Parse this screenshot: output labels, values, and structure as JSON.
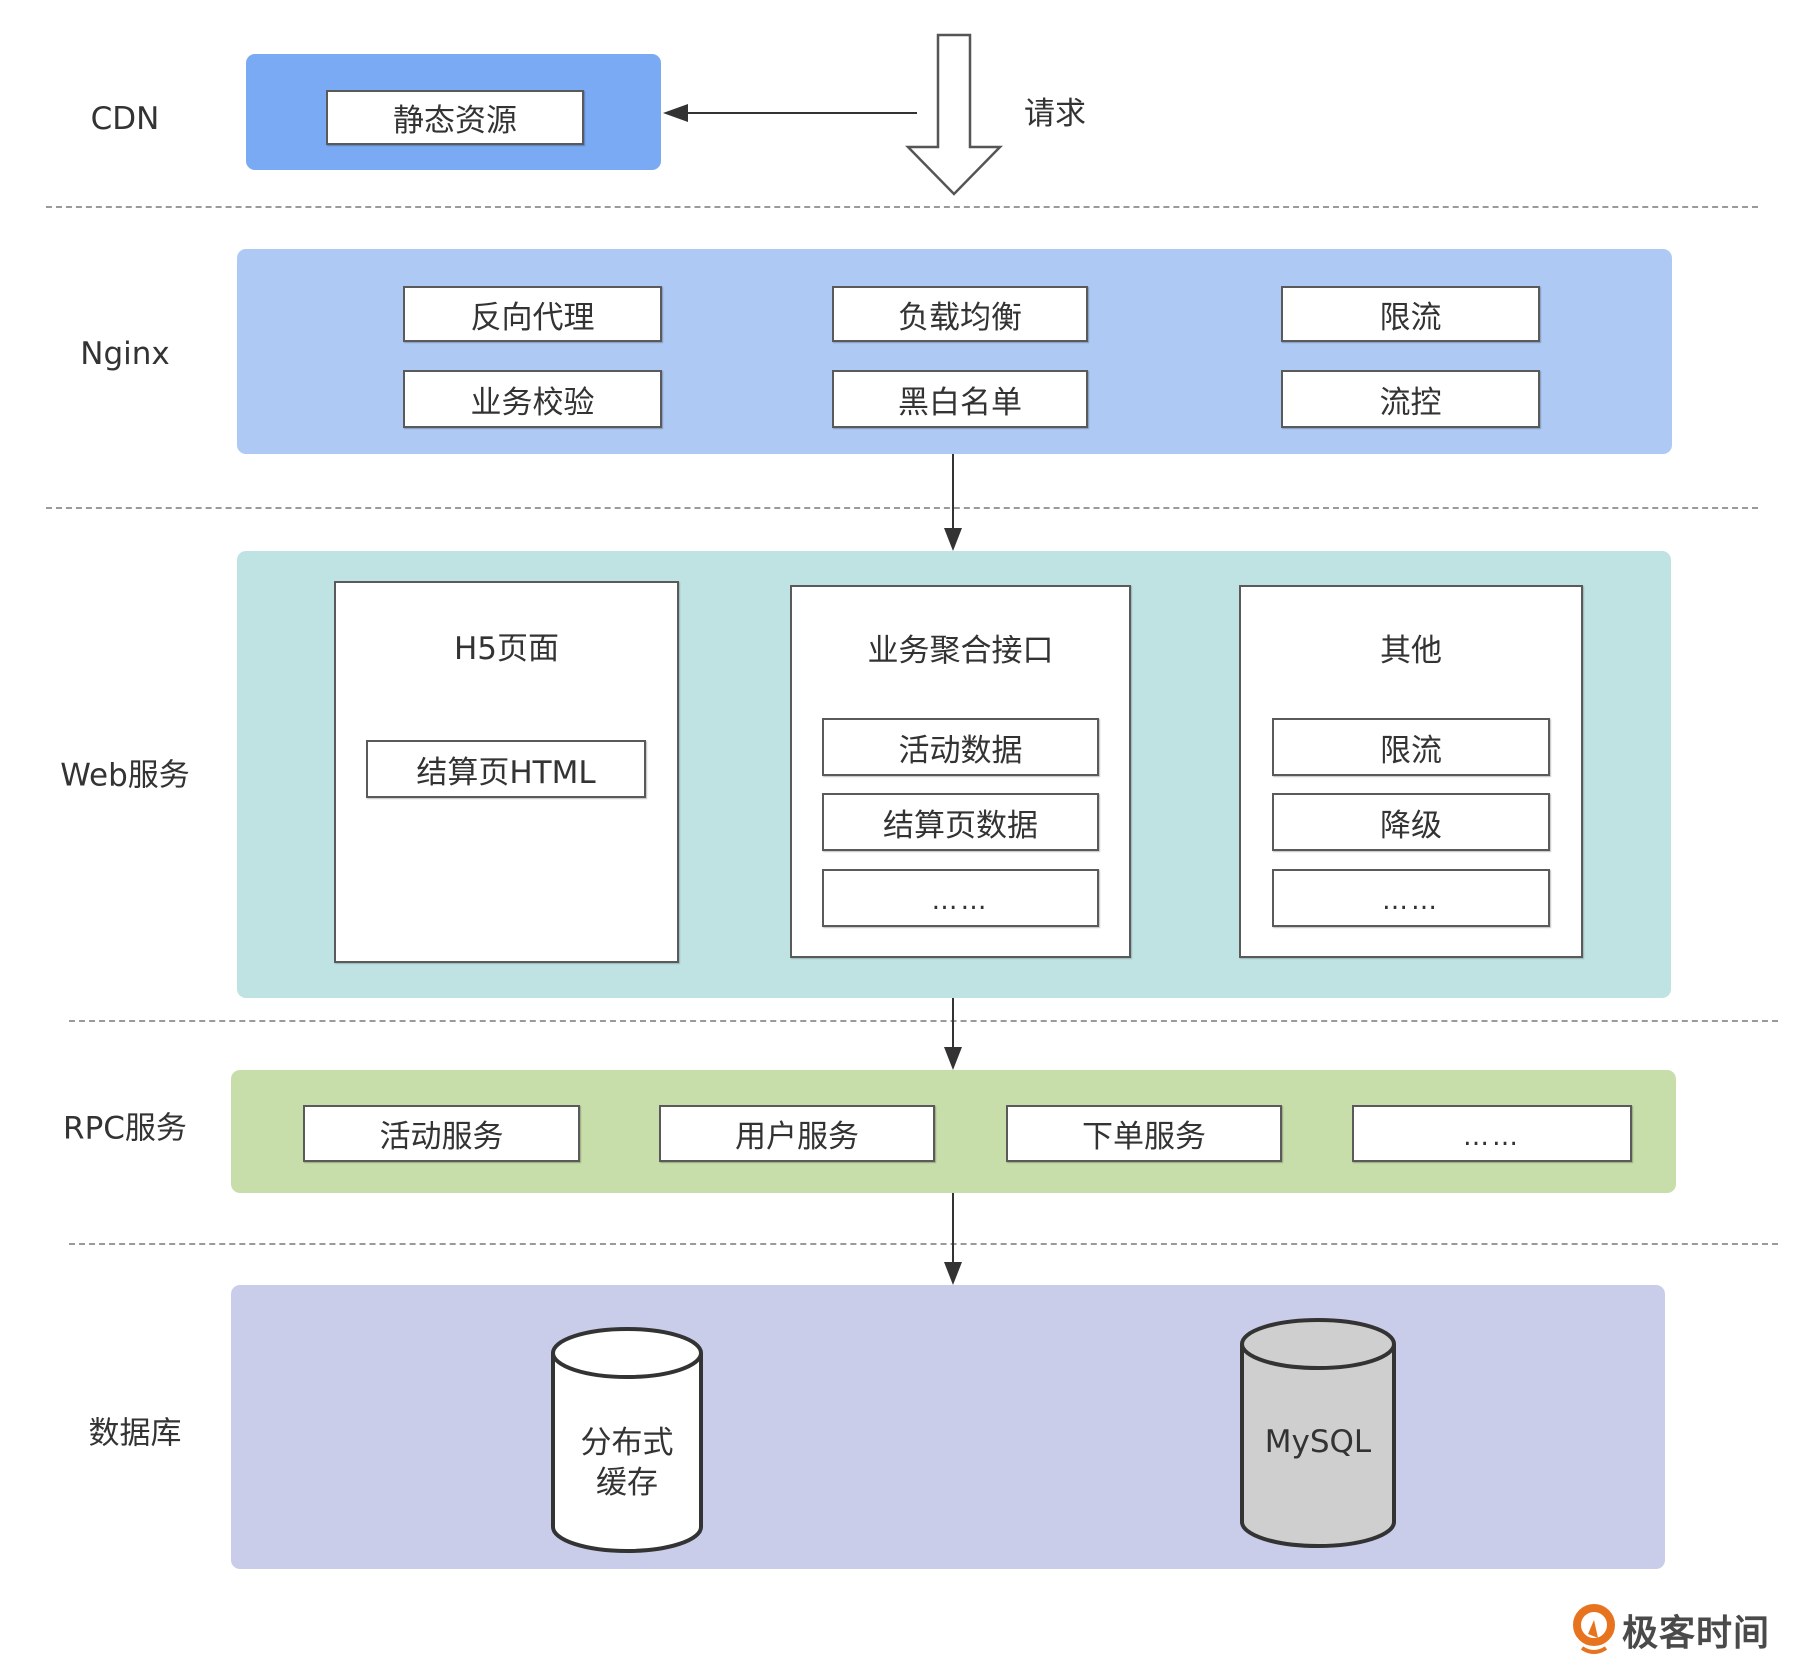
{
  "colors": {
    "cdn": "#7aaaf3",
    "nginx": "#aecaf4",
    "web": "#bfe2e2",
    "rpc": "#c8deaa",
    "database": "#c9cde9",
    "mysql_fill": "#cfcfcf",
    "cache_fill": "#ffffff",
    "brand_orange": "#e8731e"
  },
  "request": {
    "label": "请求"
  },
  "layers": {
    "cdn": {
      "label": "CDN",
      "items": [
        "静态资源"
      ]
    },
    "nginx": {
      "label": "Nginx",
      "items": [
        "反向代理",
        "负载均衡",
        "限流",
        "业务校验",
        "黑白名单",
        "流控"
      ]
    },
    "web": {
      "label": "Web服务",
      "panels": [
        {
          "title": "H5页面",
          "items": [
            "结算页HTML"
          ]
        },
        {
          "title": "业务聚合接口",
          "items": [
            "活动数据",
            "结算页数据",
            "……"
          ]
        },
        {
          "title": "其他",
          "items": [
            "限流",
            "降级",
            "……"
          ]
        }
      ]
    },
    "rpc": {
      "label": "RPC服务",
      "items": [
        "活动服务",
        "用户服务",
        "下单服务",
        "……"
      ]
    },
    "database": {
      "label": "数据库",
      "stores": [
        {
          "line1": "分布式",
          "line2": "缓存"
        },
        {
          "line1": "MySQL",
          "line2": ""
        }
      ]
    }
  },
  "watermark": {
    "text": "极客时间",
    "icon": "geektime-logo-icon"
  }
}
